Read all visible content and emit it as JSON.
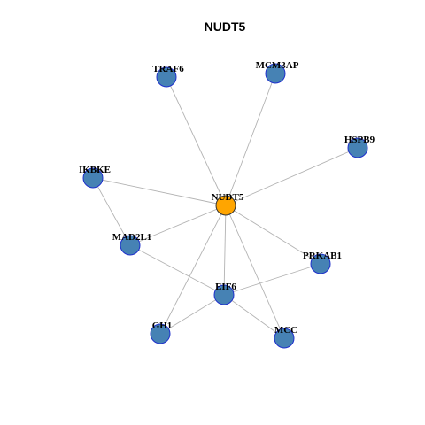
{
  "title": "NUDT5",
  "colors": {
    "hub_fill": "#FFA500",
    "node_fill": "#4682B4",
    "node_stroke": "#1E2FCC",
    "edge": "#B3B3B3"
  },
  "nodes": [
    {
      "id": "NUDT5",
      "label": "NUDT5",
      "role": "hub"
    },
    {
      "id": "TRAF6",
      "label": "TRAF6",
      "role": "neighbor"
    },
    {
      "id": "MCM3AP",
      "label": "MCM3AP",
      "role": "neighbor"
    },
    {
      "id": "HSPB9",
      "label": "HSPB9",
      "role": "neighbor"
    },
    {
      "id": "IKBKE",
      "label": "IKBKE",
      "role": "neighbor"
    },
    {
      "id": "MAD2L1",
      "label": "MAD2L1",
      "role": "neighbor"
    },
    {
      "id": "PRKAB1",
      "label": "PRKAB1",
      "role": "neighbor"
    },
    {
      "id": "EIF6",
      "label": "EIF6",
      "role": "neighbor"
    },
    {
      "id": "GH1",
      "label": "GH1",
      "role": "neighbor"
    },
    {
      "id": "MCC",
      "label": "MCC",
      "role": "neighbor"
    }
  ],
  "edges": [
    [
      "NUDT5",
      "TRAF6"
    ],
    [
      "NUDT5",
      "MCM3AP"
    ],
    [
      "NUDT5",
      "HSPB9"
    ],
    [
      "NUDT5",
      "IKBKE"
    ],
    [
      "NUDT5",
      "MAD2L1"
    ],
    [
      "NUDT5",
      "PRKAB1"
    ],
    [
      "NUDT5",
      "EIF6"
    ],
    [
      "NUDT5",
      "GH1"
    ],
    [
      "NUDT5",
      "MCC"
    ],
    [
      "IKBKE",
      "MAD2L1"
    ],
    [
      "MAD2L1",
      "EIF6"
    ],
    [
      "EIF6",
      "PRKAB1"
    ],
    [
      "EIF6",
      "GH1"
    ],
    [
      "EIF6",
      "MCC"
    ]
  ]
}
